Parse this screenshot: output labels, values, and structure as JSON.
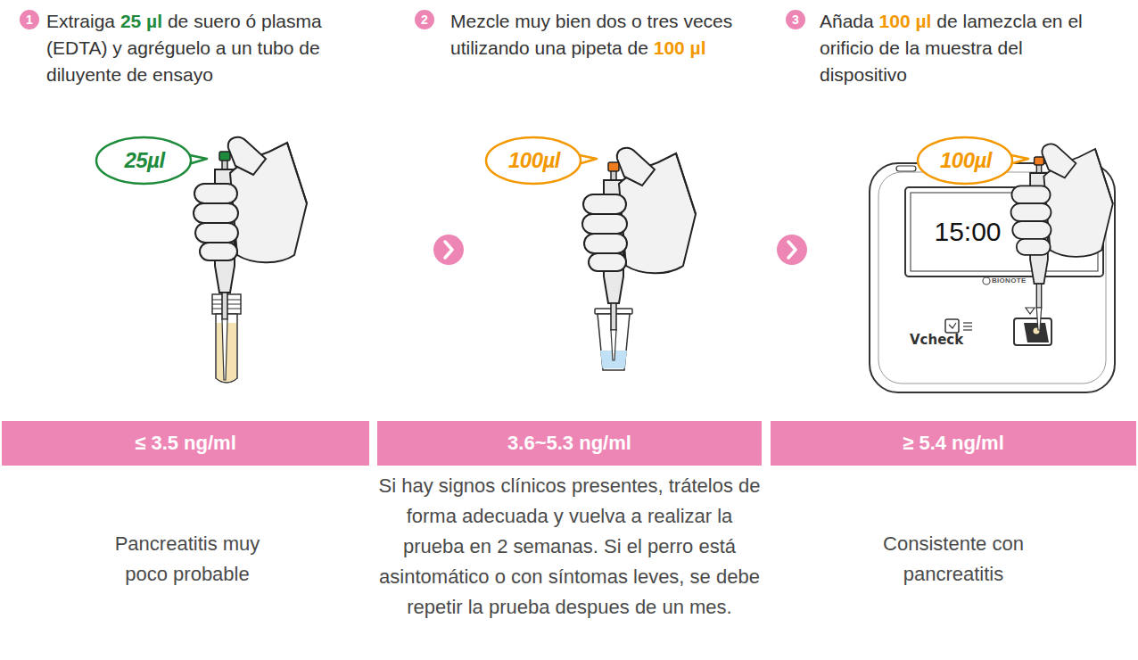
{
  "diagram": {
    "nodes": [
      {
        "text": [
          "1"
        ]
      },
      {
        "text": [
          "2"
        ]
      },
      {
        "text": [
          "3"
        ]
      },
      {
        "text": [
          "25µl"
        ]
      },
      {
        "text": [
          "100µl"
        ]
      },
      {
        "text": [
          "100µl"
        ]
      },
      {
        "text": [
          "15:00"
        ]
      },
      {
        "text": [
          "≤ 3.5 ng/ml"
        ]
      },
      {
        "text": [
          "3.6~5.3 ng/ml"
        ]
      },
      {
        "text": [
          "≥ 5.4 ng/ml"
        ]
      }
    ],
    "labels": [
      "Extraiga",
      "25 µl",
      "de suero ó plasma (EDTA) y agréguelo a un tubo de diluyente de ensayo",
      "Mezcle muy bien dos o tres veces utilizando una pipeta de",
      "100 µl",
      "Añada",
      "100 µl",
      "de lamezcla en el orificio de la muestra del dispositivo",
      "BIONOTE",
      "Vcheck",
      "Pancreatitis muy poco probable",
      "Si hay signos clínicos presentes, trátelos de forma adecuada y vuelva a realizar la prueba en 2 semanas. Si el perro está asintomático o con síntomas leves, se debe repetir la prueba despues de un mes.",
      "Consistente con pancreatitis"
    ]
  }
}
